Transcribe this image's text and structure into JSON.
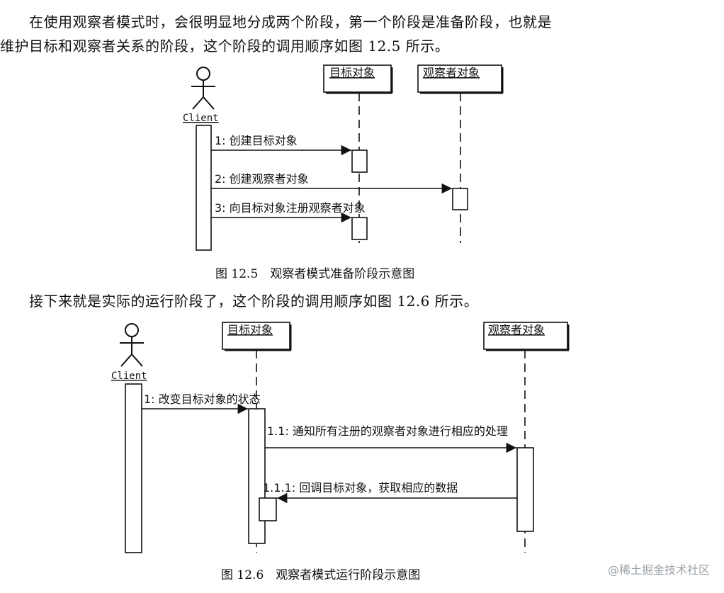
{
  "intro": {
    "line1": "　　在使用观察者模式时，会很明显地分成两个阶段，第一个阶段是准备阶段，也就是",
    "line2": "维护目标和观察者关系的阶段，这个阶段的调用顺序如图 12.5 所示。"
  },
  "figure1": {
    "actor_label": "Client",
    "objects": [
      "目标对象",
      "观察者对象"
    ],
    "messages": [
      "1: 创建目标对象",
      "2: 创建观察者对象",
      "3: 向目标对象注册观察者对象"
    ],
    "caption": "图 12.5　观察者模式准备阶段示意图"
  },
  "middle_text": "　　接下来就是实际的运行阶段了，这个阶段的调用顺序如图 12.6 所示。",
  "figure2": {
    "actor_label": "Client",
    "objects": [
      "目标对象",
      "观察者对象"
    ],
    "messages": [
      "1: 改变目标对象的状态",
      "1.1: 通知所有注册的观察者对象进行相应的处理",
      "1.1.1: 回调目标对象，获取相应的数据"
    ],
    "caption": "图 12.6　观察者模式运行阶段示意图"
  },
  "watermark": "@稀土掘金技术社区"
}
